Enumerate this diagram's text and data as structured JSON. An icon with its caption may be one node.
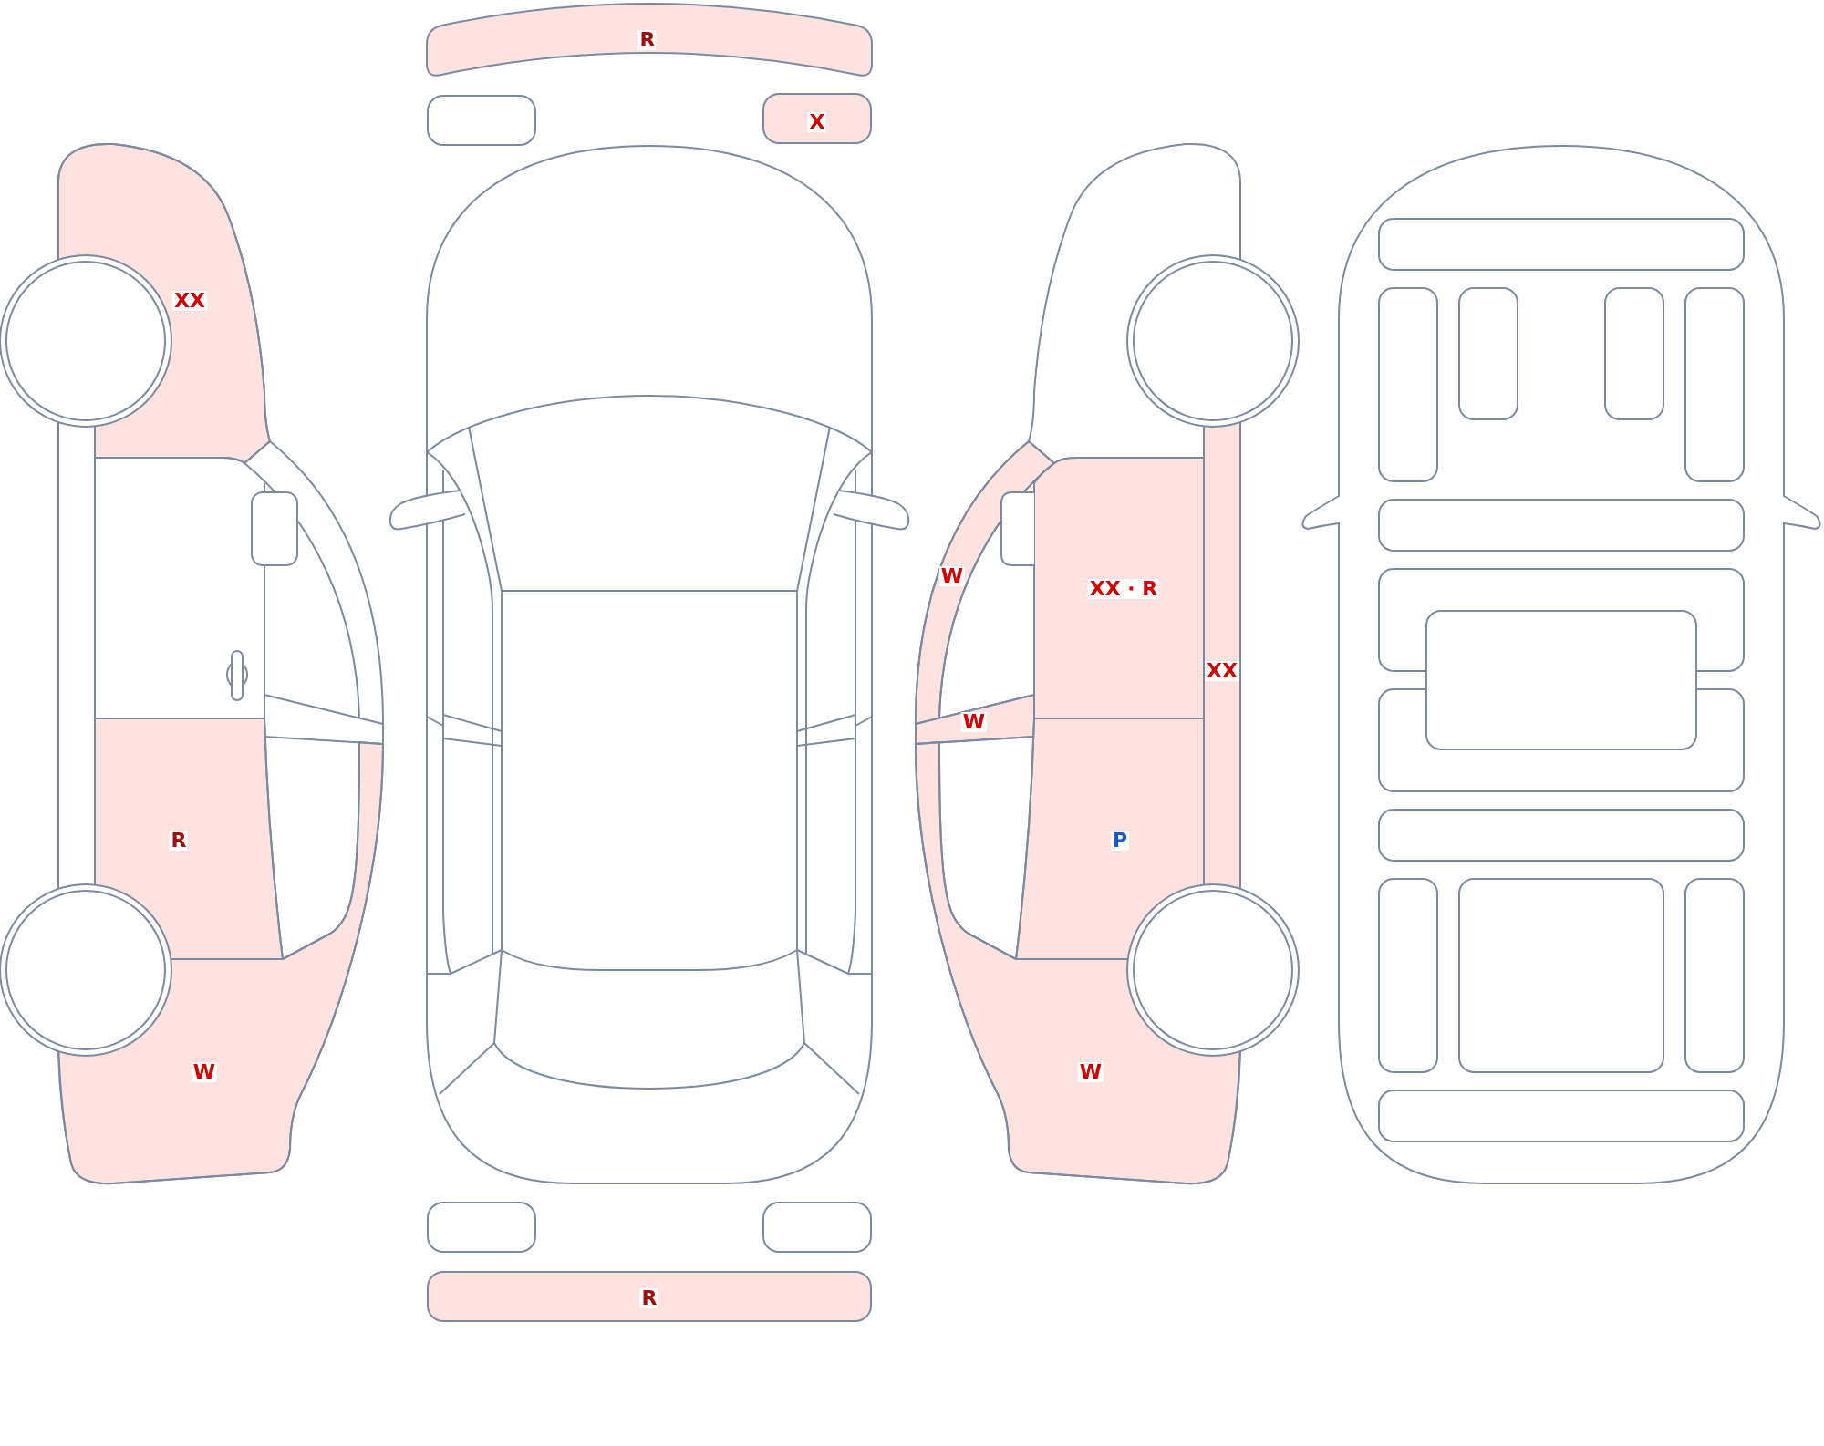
{
  "diagram": {
    "nodes": [
      {
        "text": [
          "R"
        ]
      },
      {
        "text": [],
        "shape": "box"
      },
      {
        "text": [
          "X"
        ]
      },
      {
        "text": [
          "XX"
        ]
      },
      {
        "text": [
          "W"
        ]
      },
      {
        "text": [
          "XX · R"
        ]
      },
      {
        "text": [
          "XX"
        ]
      },
      {
        "text": [
          "W"
        ]
      },
      {
        "text": [
          "R"
        ]
      },
      {
        "text": [
          "P"
        ]
      },
      {
        "text": [
          "W"
        ]
      },
      {
        "text": [
          "W"
        ]
      },
      {
        "text": [],
        "shape": "box"
      },
      {
        "text": [],
        "shape": "box"
      },
      {
        "text": [
          "R"
        ]
      }
    ]
  }
}
